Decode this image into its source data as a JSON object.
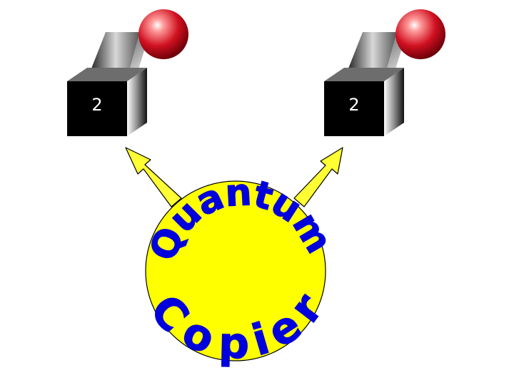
{
  "boxes": [
    {
      "label": "2"
    },
    {
      "label": "2"
    }
  ],
  "copier": {
    "word_top": "Quantum",
    "word_bottom": "Copier"
  },
  "colors": {
    "copier_fill": "#ffff00",
    "copier_text": "#0000dd",
    "arrow_fill": "#ffff33",
    "box_dark": "#000000",
    "ball_red": "#c8102e",
    "page_bg": "#ffffff"
  }
}
